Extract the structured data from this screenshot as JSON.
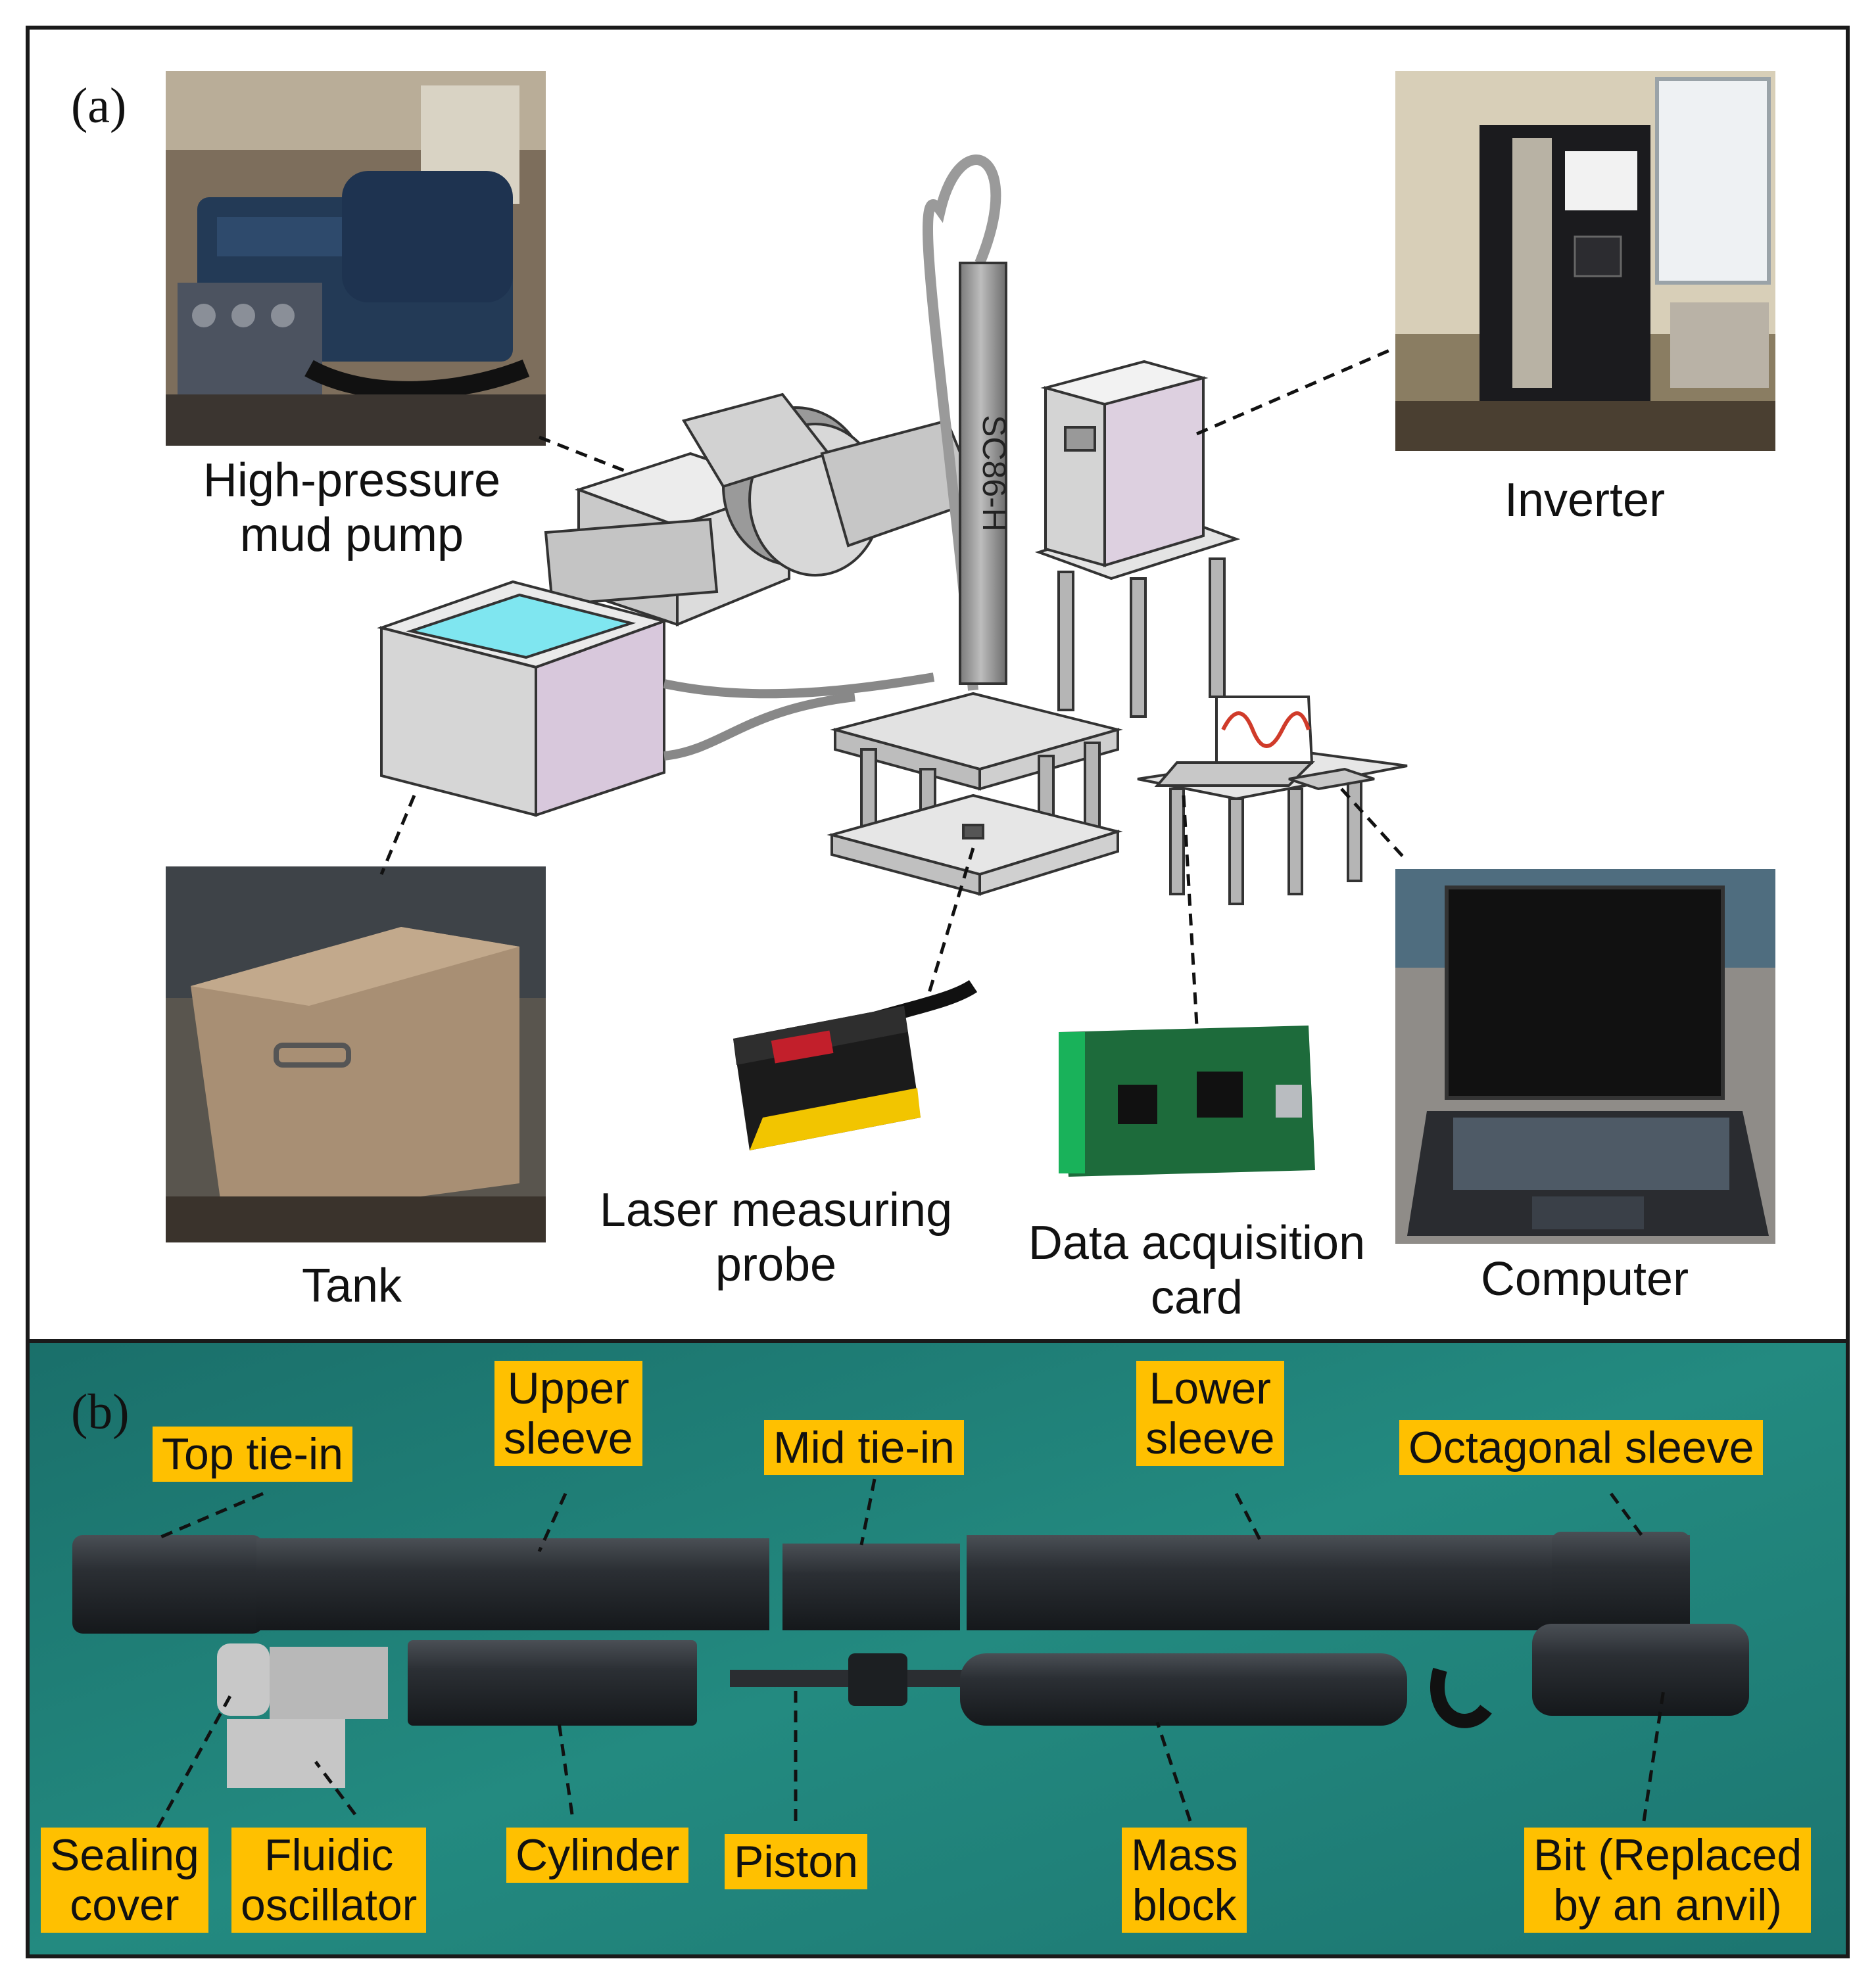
{
  "panel_a": {
    "label": "(a)",
    "schematic_text": "SC86-H",
    "labels": {
      "pump_line1": "High-pressure",
      "pump_line2": "mud  pump",
      "inverter": "Inverter",
      "tank": "Tank",
      "laser_line1": "Laser measuring",
      "laser_line2": "probe",
      "daq_line1": "Data acquisition",
      "daq_line2": "card",
      "computer": "Computer"
    }
  },
  "panel_b": {
    "label": "(b)",
    "labels": {
      "top_tie_in": "Top tie-in",
      "upper_sleeve_1": "Upper",
      "upper_sleeve_2": "sleeve",
      "mid_tie_in": "Mid tie-in",
      "lower_sleeve_1": "Lower",
      "lower_sleeve_2": "sleeve",
      "octagonal_sleeve": "Octagonal sleeve",
      "sealing_cover_1": "Sealing",
      "sealing_cover_2": "cover",
      "fluidic_osc_1": "Fluidic",
      "fluidic_osc_2": "oscillator",
      "cylinder": "Cylinder",
      "piston": "Piston",
      "mass_block_1": "Mass",
      "mass_block_2": "block",
      "bit_1": "Bit (Replaced",
      "bit_2": "by an anvil)"
    }
  },
  "colors": {
    "frame": "#1a1a1a",
    "tag_fill": "#ffc000",
    "panel_b_bg": "#1f7a72",
    "water": "#7fe6f0"
  }
}
